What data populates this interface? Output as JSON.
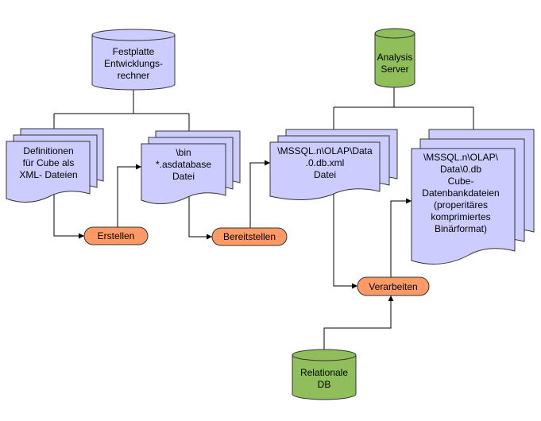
{
  "nodes": {
    "festplatte": [
      "Festplatte",
      "Entwicklungs-",
      "rechner"
    ],
    "analysis_server": [
      "Analysis",
      "Server"
    ],
    "definitionen": [
      "Definitionen",
      "für Cube als",
      "XML- Dateien"
    ],
    "bin_datei": [
      "\\bin",
      "*.asdatabase",
      "Datei"
    ],
    "mssql_xml": [
      "\\MSSQL.n\\OLAP\\Data",
      ".0.db.xml",
      "Datei"
    ],
    "cube_dateien": [
      "\\MSSQL.n\\OLAP\\",
      "Data\\0.db",
      "Cube-",
      "Datenbankdateien",
      "(properitäres",
      "komprimiertes",
      "Binärformat)"
    ],
    "relationale_db": [
      "Relationale",
      "DB"
    ]
  },
  "processes": {
    "erstellen": "Erstellen",
    "bereitstellen": "Bereitstellen",
    "verarbeiten": "Verarbeiten"
  },
  "colors": {
    "document_fill": "#ccccff",
    "server_fill": "#8fbe5a",
    "process_fill": "#ff9966"
  }
}
